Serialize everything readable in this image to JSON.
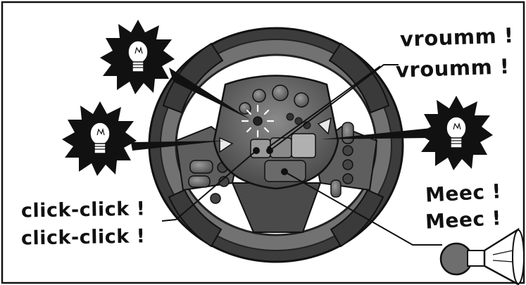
{
  "sounds": {
    "engine": [
      "vroumm !",
      "vroumm !"
    ],
    "horn": [
      "Meec !",
      "Meec !"
    ],
    "indicator": [
      "click-click !",
      "click-click !"
    ]
  },
  "icons": [
    "light-bulb-icon",
    "horn-icon",
    "steering-wheel"
  ],
  "colors": {
    "wheel_rim": "#7a7a7a",
    "wheel_dark": "#3a3a3a",
    "hub": "#555555",
    "bulb_burst": "#111111",
    "paper": "#ffffff"
  }
}
